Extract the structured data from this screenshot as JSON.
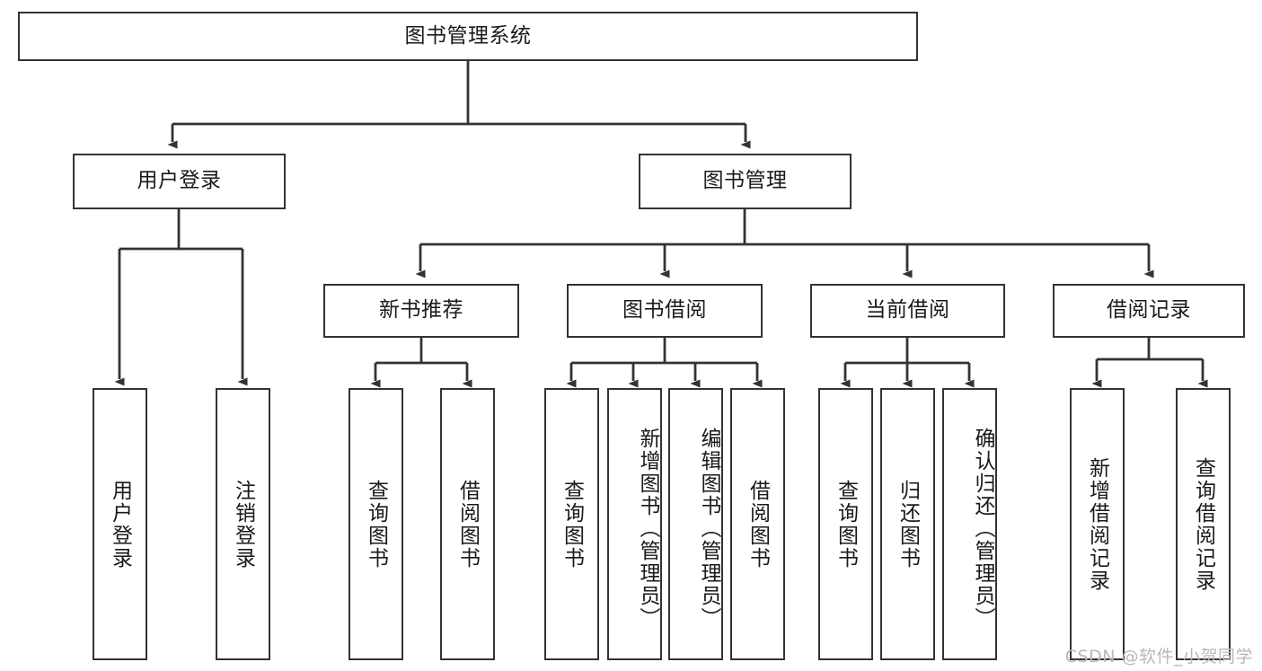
{
  "diagram": {
    "title_node": {
      "label": "图书管理系统"
    },
    "level2": [
      {
        "id": "user-login",
        "label": "用户登录"
      },
      {
        "id": "book-manage",
        "label": "图书管理"
      }
    ],
    "level3": [
      {
        "id": "new-book-rec",
        "label": "新书推荐"
      },
      {
        "id": "book-borrow",
        "label": "图书借阅"
      },
      {
        "id": "current-borrow",
        "label": "当前借阅"
      },
      {
        "id": "borrow-record",
        "label": "借阅记录"
      }
    ],
    "leaves": [
      {
        "id": "leaf-user-login",
        "label": "用户登录",
        "parent": "user-login"
      },
      {
        "id": "leaf-user-logout",
        "label": "注销登录",
        "parent": "user-login"
      },
      {
        "id": "leaf-query-book-1",
        "label": "查询图书",
        "parent": "new-book-rec"
      },
      {
        "id": "leaf-borrow-book-1",
        "label": "借阅图书",
        "parent": "new-book-rec"
      },
      {
        "id": "leaf-query-book-2",
        "label": "查询图书",
        "parent": "book-borrow"
      },
      {
        "id": "leaf-add-book",
        "label": "新增图书（管理员）",
        "parent": "book-borrow"
      },
      {
        "id": "leaf-edit-book",
        "label": "编辑图书（管理员）",
        "parent": "book-borrow"
      },
      {
        "id": "leaf-borrow-book-2",
        "label": "借阅图书",
        "parent": "book-borrow"
      },
      {
        "id": "leaf-query-book-3",
        "label": "查询图书",
        "parent": "current-borrow"
      },
      {
        "id": "leaf-return-book",
        "label": "归还图书",
        "parent": "current-borrow"
      },
      {
        "id": "leaf-confirm-return",
        "label": "确认归还（管理员）",
        "parent": "current-borrow"
      },
      {
        "id": "leaf-add-record",
        "label": "新增借阅记录",
        "parent": "borrow-record"
      },
      {
        "id": "leaf-query-record",
        "label": "查询借阅记录",
        "parent": "borrow-record"
      }
    ],
    "watermark": "CSDN @软件_小贺同学",
    "colors": {
      "stroke": "#333333",
      "background": "#ffffff",
      "text": "#1a1a1a",
      "watermark": "#b9b9b9"
    }
  }
}
